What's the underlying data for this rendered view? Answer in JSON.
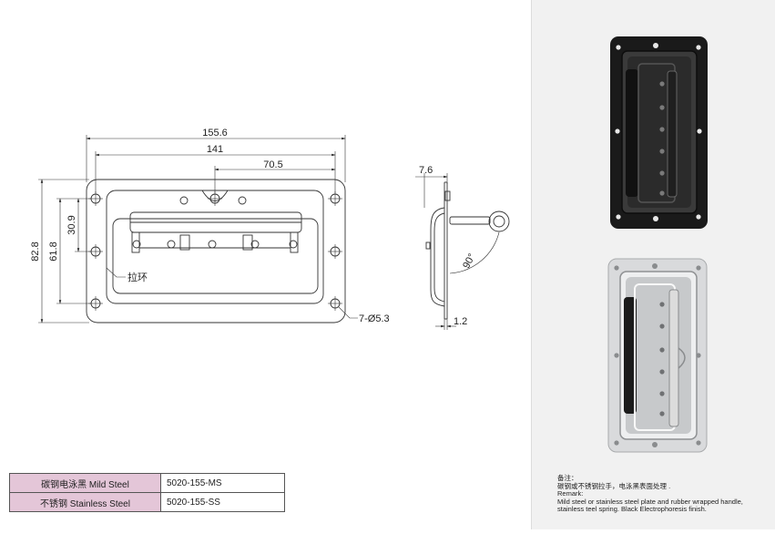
{
  "drawing": {
    "dims": {
      "overall_width": "155.6",
      "hole_pitch": "141",
      "half_pitch": "70.5",
      "overall_height": "82.8",
      "inner_height": "61.8",
      "half_height": "30.9",
      "holes": "7-Ø5.3",
      "depth": "7.6",
      "plate": "1.2",
      "angle": "90°"
    },
    "handle_label": "拉环"
  },
  "materials": [
    {
      "material": "碳钢电泳黑  Mild Steel",
      "code": "5020-155-MS"
    },
    {
      "material": "不锈钢 Stainless Steel",
      "code": "5020-155-SS"
    }
  ],
  "remark": {
    "cn_title": "备注：",
    "cn_text": "碳钢或不锈钢拉手，电泳黑表面处理 .",
    "en_title": "Remark:",
    "en_line1": "Mild steel or stainless steel plate and rubber wrapped handle,",
    "en_line2": "stainless teel spring. Black Electrophoresis finish."
  },
  "colors": {
    "material_cell": "#e4c6d8",
    "panel_background": "#f1f1f1",
    "black_finish": "#1a1a1a",
    "stainless": "#d9dadc"
  }
}
